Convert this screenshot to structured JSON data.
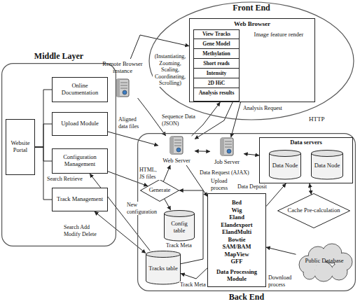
{
  "diagram": {
    "nodes": [
      {
        "text": [
          "Front End"
        ]
      },
      {
        "text": [
          "Web Browser"
        ],
        "in": 0
      },
      {
        "text": [
          "View Tracks",
          "Gene Model",
          "Methylation",
          "Short reads",
          "Intensity",
          "2D HiC",
          "Analysis results"
        ],
        "in": 1
      },
      {
        "text": [
          "Image feature render"
        ],
        "in": 1
      },
      {
        "text": [
          "Middle Layer"
        ]
      },
      {
        "text": [
          "Website Portal"
        ],
        "in": 4
      },
      {
        "text": [
          "Online Documentation"
        ],
        "in": 4
      },
      {
        "text": [
          "Upload Module"
        ],
        "in": 4
      },
      {
        "text": [
          "Configuration Management"
        ],
        "in": 4
      },
      {
        "text": [
          "Track Management"
        ],
        "in": 4
      },
      {
        "text": [
          "Remote Browser instance"
        ]
      },
      {
        "text": [
          "Back End"
        ]
      },
      {
        "text": [
          "Web Server"
        ],
        "in": 11
      },
      {
        "text": [
          "Job Server"
        ],
        "in": 11
      },
      {
        "text": [
          "Data servers"
        ],
        "in": 11
      },
      {
        "text": [
          "Data Node"
        ],
        "in": 14
      },
      {
        "text": [
          "Data Node"
        ],
        "in": 14
      },
      {
        "text": [
          "Generate"
        ],
        "in": 11
      },
      {
        "text": [
          "Config table"
        ],
        "in": 11
      },
      {
        "text": [
          "Tracks table"
        ],
        "in": 11
      },
      {
        "text": [
          "Bed",
          "Wig",
          "Eland",
          "Elandexport",
          "ElandMulti",
          "Bowtie",
          "SAM/BAM",
          "MapView",
          "GFF",
          "Data Processing Module"
        ],
        "in": 11
      },
      {
        "text": [
          "Cache Pre-calculation"
        ],
        "in": 11
      },
      {
        "text": [
          "Public Database"
        ],
        "in": 11
      }
    ],
    "edges": [
      {
        "from": 10,
        "to": 1,
        "arrow": "to",
        "label": "(Instantiating, Zooming, Scaling, Coordinating, Scrolling)"
      },
      {
        "from": 12,
        "to": 1,
        "arrow": "to",
        "label": "Sequence Data (JSON)"
      },
      {
        "from": 1,
        "to": 12,
        "arrow": "to",
        "label": "Data Request (AJAX)"
      },
      {
        "from": 1,
        "to": 13,
        "arrow": "to",
        "label": "Analysis Request"
      },
      {
        "from": 10,
        "to": 12,
        "arrow": "to"
      },
      {
        "from": 7,
        "to": 12,
        "arrow": "to",
        "label": "Aligned data files"
      },
      {
        "from": 8,
        "to": 17,
        "arrow": "to"
      },
      {
        "from": 17,
        "to": 12,
        "arrow": "to",
        "label": "HTML, JS files"
      },
      {
        "from": 17,
        "to": 18,
        "arrow": "to",
        "label": "New configuration"
      },
      {
        "from": 19,
        "to": 8,
        "arrow": "to",
        "label": "Search Retrieve"
      },
      {
        "from": 9,
        "to": 19,
        "arrow": "both",
        "label": "Search Add Modify Delete"
      },
      {
        "from": 19,
        "to": 17,
        "arrow": "to",
        "label": "Track Meta"
      },
      {
        "from": 12,
        "to": 13,
        "arrow": "both"
      },
      {
        "from": 13,
        "to": 14,
        "arrow": "both"
      },
      {
        "from": 12,
        "to": 20,
        "arrow": "to",
        "label": "Upload process"
      },
      {
        "from": 20,
        "to": 14,
        "arrow": "to",
        "label": "Data Deposit"
      },
      {
        "from": 15,
        "to": 16,
        "arrow": "none"
      },
      {
        "from": 14,
        "to": 21,
        "arrow": "both"
      },
      {
        "from": 22,
        "to": 20,
        "arrow": "to",
        "label": "Download process"
      },
      {
        "from": 20,
        "to": 19,
        "arrow": "to",
        "label": "Track Meta"
      },
      {
        "from": 5,
        "to": 6,
        "arrow": "none"
      },
      {
        "from": 5,
        "to": 7,
        "arrow": "none"
      },
      {
        "from": 5,
        "to": 8,
        "arrow": "none"
      },
      {
        "from": 5,
        "to": 9,
        "arrow": "none"
      },
      {
        "from": 2,
        "to": 3,
        "arrow": "both"
      }
    ],
    "labels": [
      "HTTP"
    ]
  }
}
